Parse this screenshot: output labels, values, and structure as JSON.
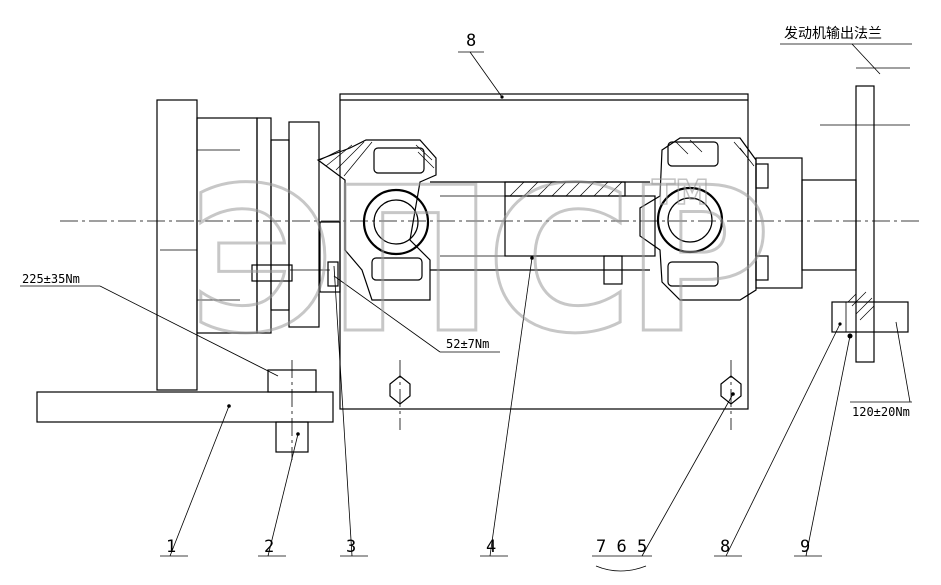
{
  "drawing": {
    "callouts": [
      {
        "id": "1",
        "text": "1"
      },
      {
        "id": "2",
        "text": "2"
      },
      {
        "id": "3",
        "text": "3"
      },
      {
        "id": "4",
        "text": "4"
      },
      {
        "id": "765",
        "text": "7 6 5"
      },
      {
        "id": "8b",
        "text": "8"
      },
      {
        "id": "9",
        "text": "9"
      },
      {
        "id": "8t",
        "text": "8"
      }
    ],
    "torque_labels": {
      "t225": "225±35Nm",
      "t52": "52±7Nm",
      "t120": "120±20Nm"
    },
    "engine_flange_label": "发动机输出法兰",
    "watermark": {
      "text": "ЭПСР",
      "mark": "TM"
    }
  }
}
